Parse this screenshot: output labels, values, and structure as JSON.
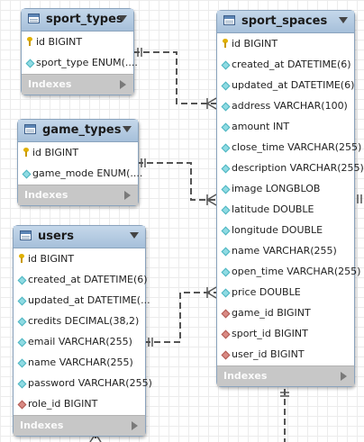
{
  "tables": {
    "sport_types": {
      "title": "sport_types",
      "fields": [
        {
          "name": "id BIGINT",
          "kind": "key"
        },
        {
          "name": "sport_type ENUM(....",
          "kind": "field"
        }
      ],
      "indexes_label": "Indexes"
    },
    "game_types": {
      "title": "game_types",
      "fields": [
        {
          "name": "id BIGINT",
          "kind": "key"
        },
        {
          "name": "game_mode ENUM(....",
          "kind": "field"
        }
      ],
      "indexes_label": "Indexes"
    },
    "users": {
      "title": "users",
      "fields": [
        {
          "name": "id BIGINT",
          "kind": "key"
        },
        {
          "name": "created_at DATETIME(6)",
          "kind": "field"
        },
        {
          "name": "updated_at DATETIME(...",
          "kind": "field"
        },
        {
          "name": "credits DECIMAL(38,2)",
          "kind": "field"
        },
        {
          "name": "email VARCHAR(255)",
          "kind": "field"
        },
        {
          "name": "name VARCHAR(255)",
          "kind": "field"
        },
        {
          "name": "password VARCHAR(255)",
          "kind": "field"
        },
        {
          "name": "role_id BIGINT",
          "kind": "fk"
        }
      ],
      "indexes_label": "Indexes"
    },
    "sport_spaces": {
      "title": "sport_spaces",
      "fields": [
        {
          "name": "id BIGINT",
          "kind": "key"
        },
        {
          "name": "created_at DATETIME(6)",
          "kind": "field"
        },
        {
          "name": "updated_at DATETIME(6)",
          "kind": "field"
        },
        {
          "name": "address VARCHAR(100)",
          "kind": "field"
        },
        {
          "name": "amount INT",
          "kind": "field"
        },
        {
          "name": "close_time VARCHAR(255)",
          "kind": "field"
        },
        {
          "name": "description VARCHAR(255)",
          "kind": "field"
        },
        {
          "name": "image LONGBLOB",
          "kind": "field"
        },
        {
          "name": "latitude DOUBLE",
          "kind": "field"
        },
        {
          "name": "longitude DOUBLE",
          "kind": "field"
        },
        {
          "name": "name VARCHAR(255)",
          "kind": "field"
        },
        {
          "name": "open_time VARCHAR(255)",
          "kind": "field"
        },
        {
          "name": "price DOUBLE",
          "kind": "field"
        },
        {
          "name": "game_id BIGINT",
          "kind": "fk"
        },
        {
          "name": "sport_id BIGINT",
          "kind": "fk"
        },
        {
          "name": "user_id BIGINT",
          "kind": "fk"
        }
      ],
      "indexes_label": "Indexes"
    }
  }
}
